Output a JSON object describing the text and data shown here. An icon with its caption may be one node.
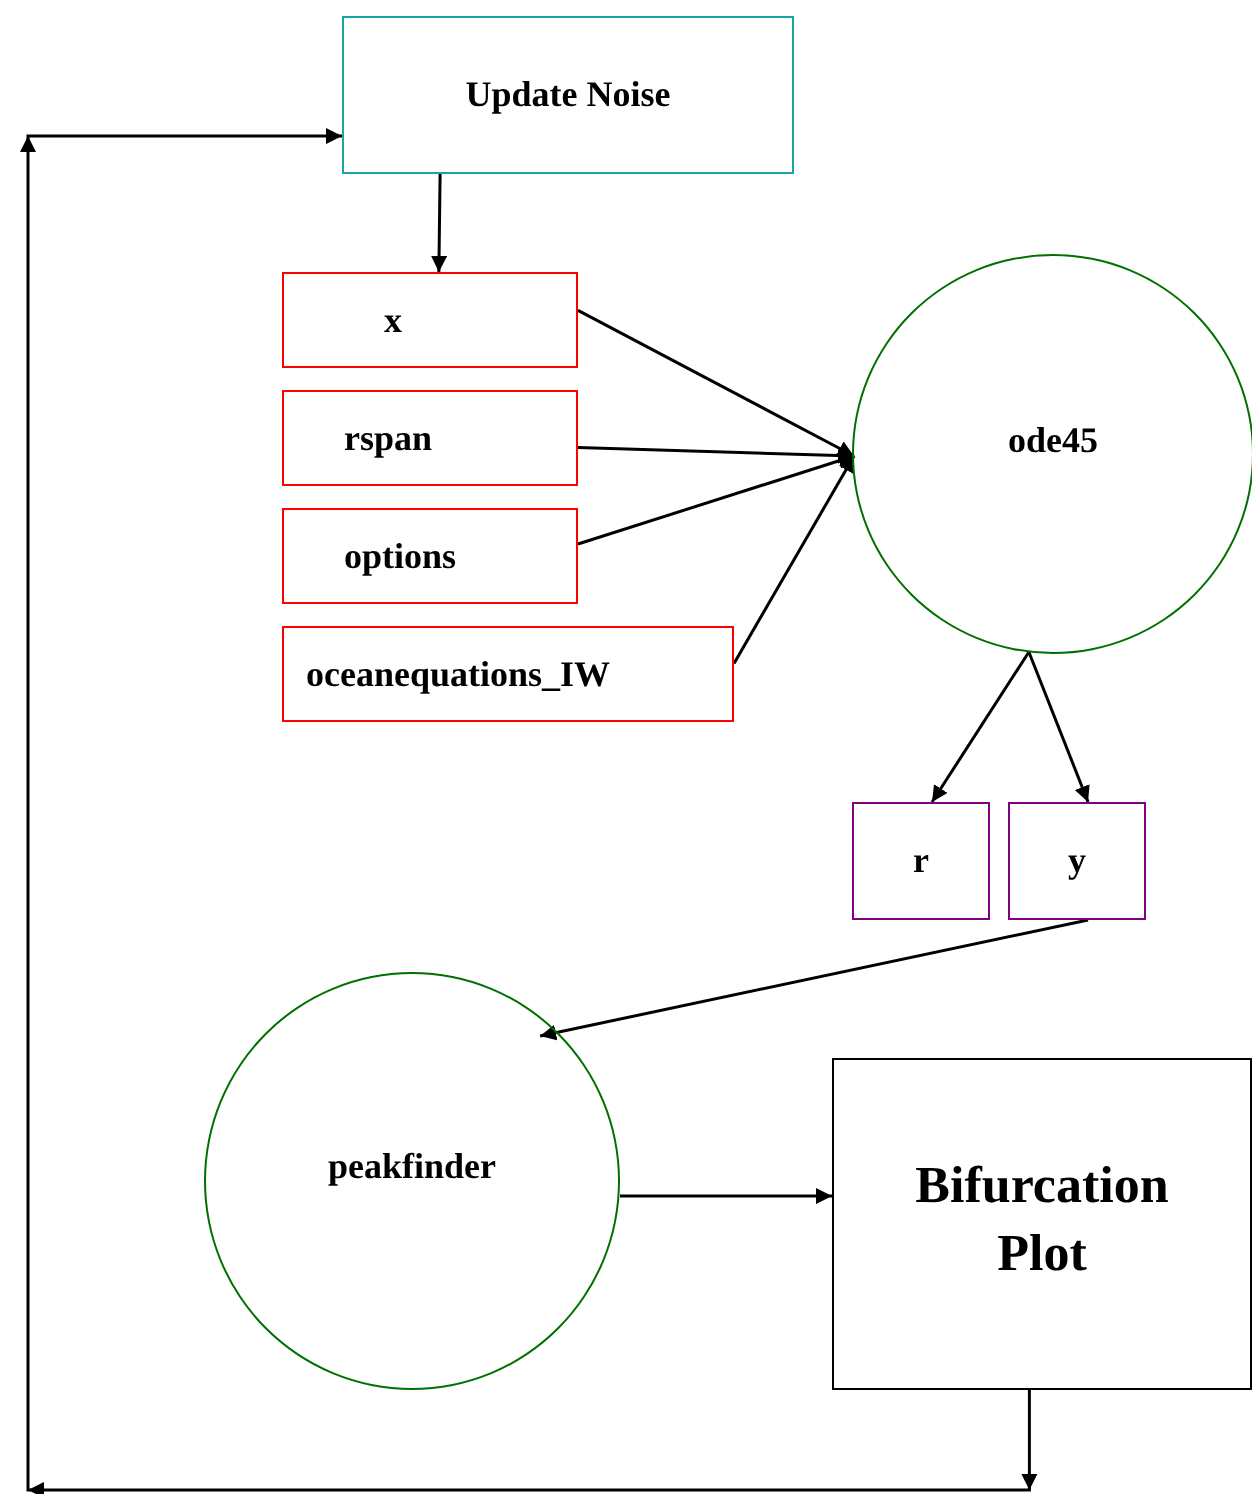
{
  "diagram": {
    "nodes": [
      {
        "text": [
          "Update Noise"
        ]
      },
      {
        "text": [
          "x"
        ]
      },
      {
        "text": [
          "rspan"
        ]
      },
      {
        "text": [
          "options"
        ]
      },
      {
        "text": [
          "oceanequations_IW"
        ]
      },
      {
        "text": [
          "ode45"
        ]
      },
      {
        "text": [
          "r"
        ]
      },
      {
        "text": [
          "y"
        ]
      },
      {
        "text": [
          "peakfinder"
        ]
      },
      {
        "text": [
          "Bifurcation Plot"
        ]
      }
    ],
    "edges": [
      {
        "from": 0,
        "to": 1,
        "arrow": "to"
      },
      {
        "from": 1,
        "to": 5,
        "arrow": "to"
      },
      {
        "from": 2,
        "to": 5,
        "arrow": "to"
      },
      {
        "from": 3,
        "to": 5,
        "arrow": "to"
      },
      {
        "from": 4,
        "to": 5,
        "arrow": "to"
      },
      {
        "from": 5,
        "to": 6,
        "arrow": "to"
      },
      {
        "from": 5,
        "to": 7,
        "arrow": "to"
      },
      {
        "from": 7,
        "to": 8,
        "arrow": "to"
      },
      {
        "from": 8,
        "to": 9,
        "arrow": "to"
      },
      {
        "from": 9,
        "to": 0,
        "arrow": "to"
      }
    ]
  }
}
